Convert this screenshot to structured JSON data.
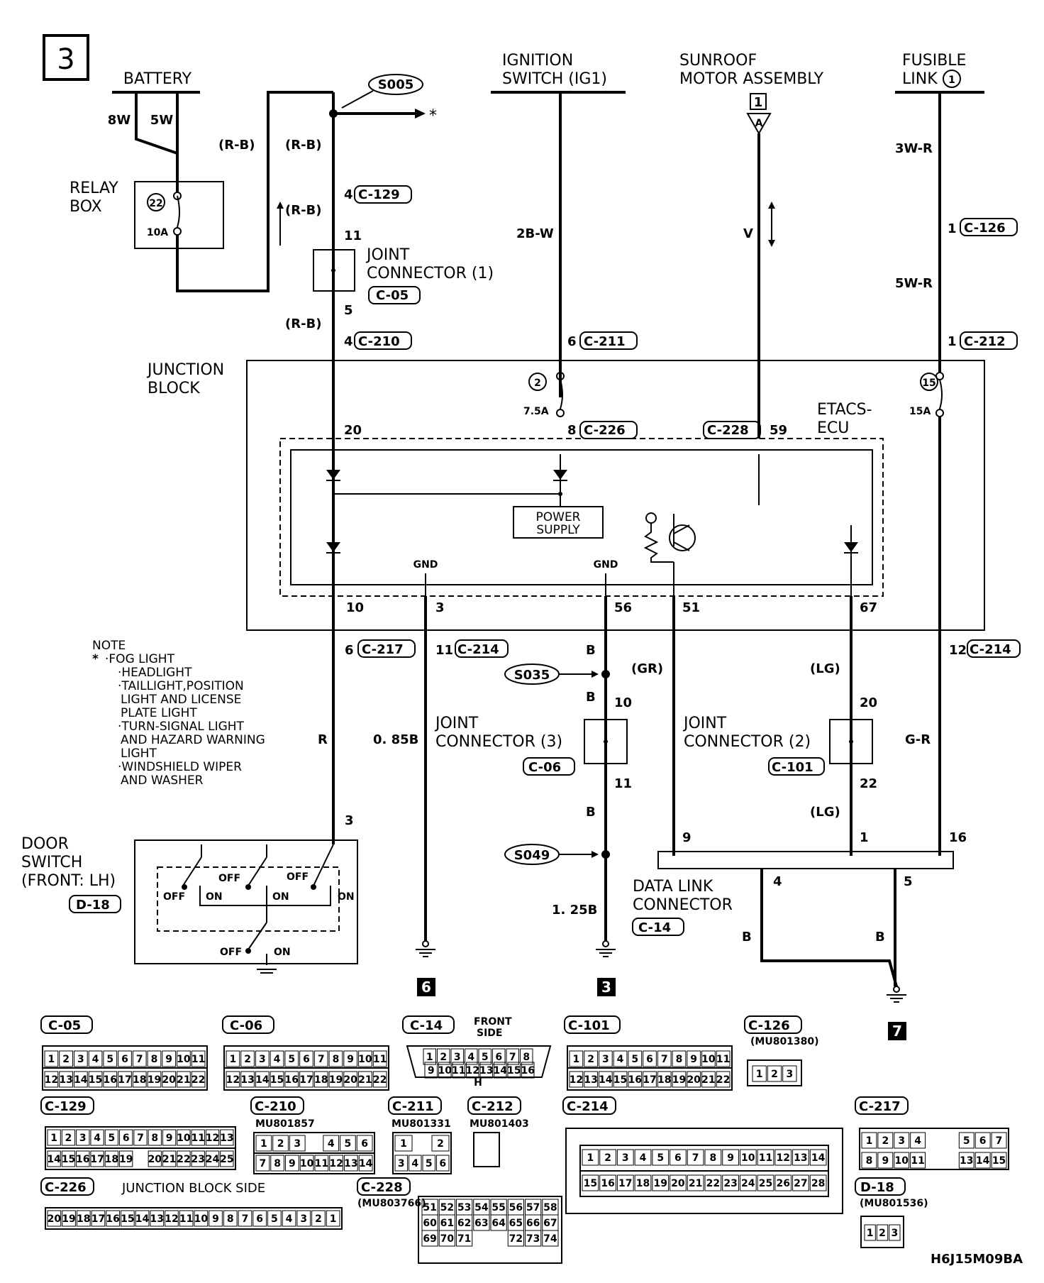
{
  "page_number": "3",
  "sources": {
    "battery": "BATTERY",
    "ignition": [
      "IGNITION",
      "SWITCH (IG1)"
    ],
    "sunroof": [
      "SUNROOF",
      "MOTOR ASSEMBLY"
    ],
    "fusible": [
      "FUSIBLE",
      "LINK"
    ],
    "fusible_num": "1",
    "sunroof_num": "1",
    "sunroof_pin": "A"
  },
  "relay_box": {
    "title": [
      "RELAY",
      "BOX"
    ],
    "fuse_num": "22",
    "fuse_amp": "10A"
  },
  "splices": {
    "s005": "S005",
    "s035": "S035",
    "s049": "S049",
    "arrow_star": "*"
  },
  "wires": {
    "w8w": "8W",
    "w5w": "5W",
    "rb": "(R-B)",
    "b2bw": "2B-W",
    "v": "V",
    "w3wr": "3W-R",
    "w5wr": "5W-R",
    "r": "R",
    "b085": "0. 85B",
    "b125": "1. 25B",
    "b": "B",
    "gr": "(GR)",
    "lg": "(LG)",
    "gr2": "G-R"
  },
  "connectors": {
    "c129": "C-129",
    "c05": "C-05",
    "c210": "C-210",
    "c211": "C-211",
    "c126": "C-126",
    "c212": "C-212",
    "c226": "C-226",
    "c228": "C-228",
    "c217": "C-217",
    "c214": "C-214",
    "c06": "C-06",
    "c101": "C-101",
    "c14": "C-14",
    "d18": "D-18"
  },
  "pins": {
    "p4": "4",
    "p11": "11",
    "p5": "5",
    "p6": "6",
    "p1": "1",
    "p20": "20",
    "p8": "8",
    "p59": "59",
    "p10": "10",
    "p3": "3",
    "p56": "56",
    "p51": "51",
    "p67": "67",
    "p11b": "11",
    "p12": "12",
    "p22": "22",
    "p9": "9",
    "p16": "16",
    "p5b": "5"
  },
  "joint1": [
    "JOINT",
    "CONNECTOR (1)"
  ],
  "joint3": [
    "JOINT",
    "CONNECTOR (3)"
  ],
  "joint2": [
    "JOINT",
    "CONNECTOR (2)"
  ],
  "junction_block": [
    "JUNCTION",
    "BLOCK"
  ],
  "etacs": [
    "ETACS-",
    "ECU"
  ],
  "fuse2": {
    "num": "2",
    "amp": "7.5A"
  },
  "fuse15": {
    "num": "15",
    "amp": "15A"
  },
  "power_supply": [
    "POWER",
    "SUPPLY"
  ],
  "gnd": "GND",
  "note": {
    "title": "NOTE",
    "star": "*",
    "lines": [
      "·FOG LIGHT",
      "·HEADLIGHT",
      "·TAILLIGHT,POSITION",
      "LIGHT AND LICENSE",
      "PLATE LIGHT",
      "·TURN-SIGNAL LIGHT",
      "AND HAZARD WARNING",
      "LIGHT",
      "·WINDSHIELD WIPER",
      "AND WASHER"
    ]
  },
  "door_switch": {
    "title": [
      "DOOR",
      "SWITCH",
      "(FRONT: LH)"
    ],
    "off": "OFF",
    "on": "ON"
  },
  "data_link": [
    "DATA LINK",
    "CONNECTOR"
  ],
  "grounds": {
    "g6": "6",
    "g3": "3",
    "g7": "7"
  },
  "connector_views": {
    "front_side": [
      "FRONT",
      "SIDE"
    ],
    "junction_block_side": "JUNCTION BLOCK SIDE",
    "part_c126": "(MU801380)",
    "part_c210": "MU801857",
    "part_c211": "MU801331",
    "part_c212": "MU801403",
    "part_c228": "(MU803766)",
    "part_d18": "(MU801536)",
    "c14_h": "H"
  },
  "code": "H6J15M09BA"
}
